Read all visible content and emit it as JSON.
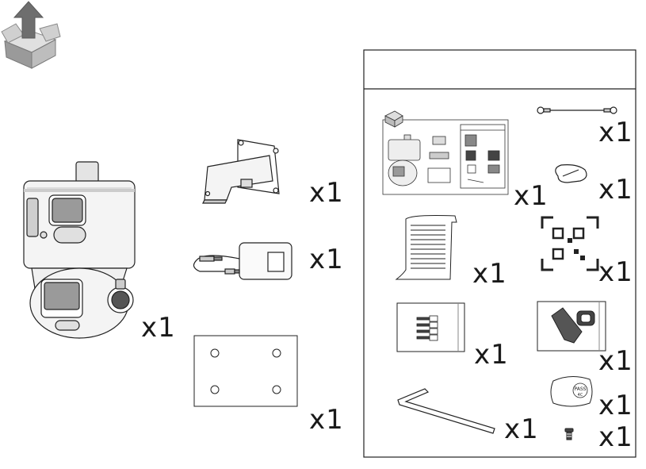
{
  "icons": {
    "header": "box-with-up-arrow-icon",
    "camera": "ptz-camera-icon",
    "bracket": "wall-mount-bracket-icon",
    "adapter": "power-adapter-icon",
    "template": "drill-template-icon",
    "kit_preview": "package-contents-preview-icon",
    "wire": "safety-rope-icon",
    "hook": "carabiner-hook-icon",
    "manual": "quick-guide-icon",
    "qr": "qr-code-card-icon",
    "screws": "screw-kit-icon",
    "connector": "waterproof-connector-icon",
    "wrench": "hex-key-icon",
    "pass_badge": "pass-desiccant-icon",
    "small_screw": "screw-icon"
  },
  "quantities": {
    "camera": "x1",
    "bracket": "x1",
    "adapter": "x1",
    "template": "x1",
    "kit_preview": "x1",
    "wire": "x1",
    "hook": "x1",
    "manual": "x1",
    "qr": "x1",
    "screws": "x1",
    "connector": "x1",
    "wrench": "x1",
    "pass_badge": "x1",
    "small_screw": "x1"
  },
  "pass_label_line1": "PASS",
  "pass_label_line2": "4C"
}
